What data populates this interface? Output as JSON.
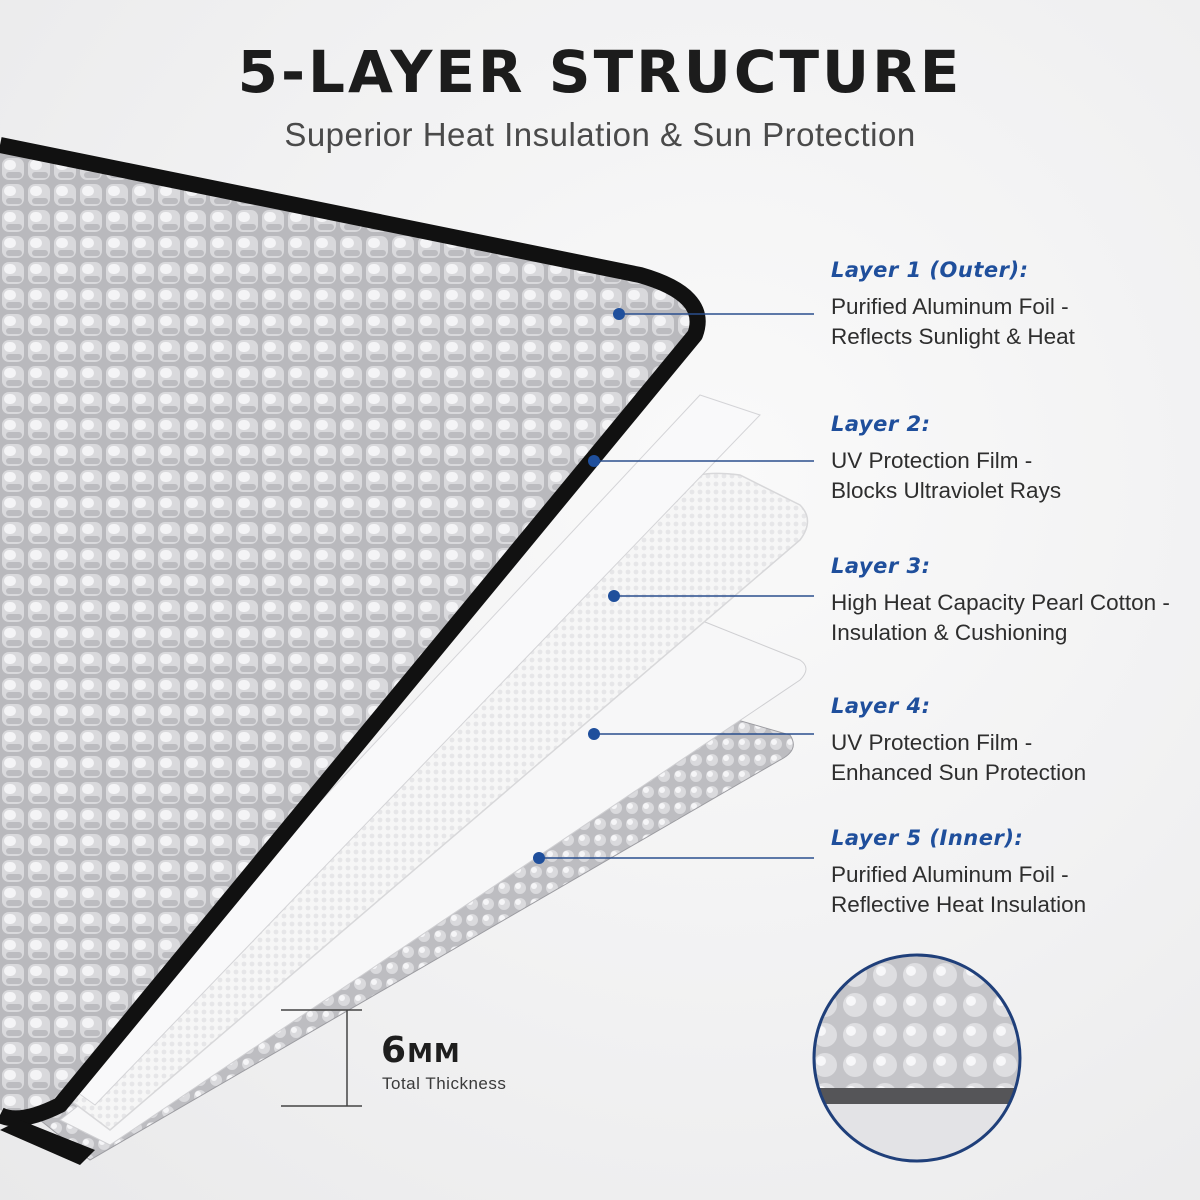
{
  "header": {
    "title": "5-LAYER STRUCTURE",
    "subtitle": "Superior Heat Insulation & Sun Protection"
  },
  "layers": [
    {
      "name": "Layer 1 (Outer):",
      "line1": "Purified Aluminum Foil -",
      "line2": "Reflects Sunlight & Heat"
    },
    {
      "name": "Layer 2:",
      "line1": "UV Protection Film -",
      "line2": "Blocks Ultraviolet Rays"
    },
    {
      "name": "Layer 3:",
      "line1": "High Heat Capacity Pearl Cotton -",
      "line2": "Insulation & Cushioning"
    },
    {
      "name": "Layer 4:",
      "line1": "UV Protection Film -",
      "line2": "Enhanced Sun Protection"
    },
    {
      "name": "Layer 5 (Inner):",
      "line1": "Purified Aluminum Foil -",
      "line2": "Reflective Heat Insulation"
    }
  ],
  "thickness": {
    "value": "6",
    "unit": "MM",
    "label": "Total Thickness"
  },
  "colors": {
    "accent": "#1f4f9c",
    "binding": "#111111",
    "foil": "#c9c9cc",
    "pearl_cotton": "#f7f7f7",
    "background": "#f3f3f4"
  },
  "icons": [
    "callout-dot-icon",
    "bubble-foil-closeup-icon"
  ]
}
